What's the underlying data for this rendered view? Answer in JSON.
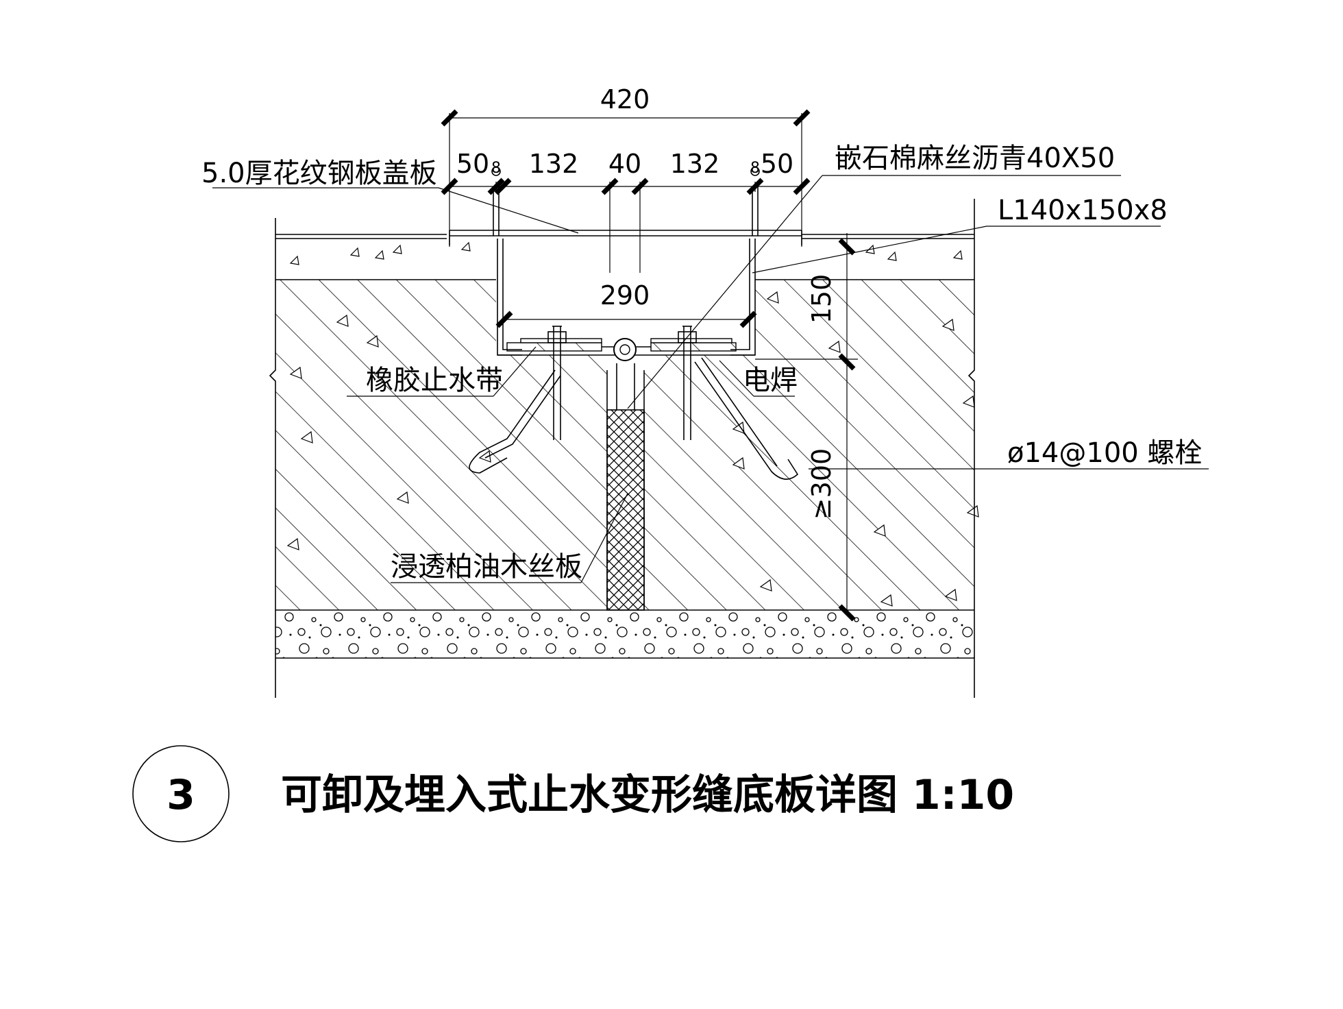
{
  "dimensions": {
    "overall_width": "420",
    "left_cover": "50",
    "left_span": "132",
    "joint_gap": "40",
    "right_span": "132",
    "right_cover": "50",
    "left_bolt_gap": "8",
    "right_bolt_gap": "8",
    "inner_width": "290",
    "angle_height": "150",
    "anchor_depth": "≥300"
  },
  "labels": {
    "cover_plate": "5.0厚花纹钢板盖板",
    "filler": "嵌石棉麻丝沥青40X50",
    "angle_steel": "L140x150x8",
    "waterstop": "橡胶止水带",
    "weld": "电焊",
    "bolt": "ø14@100 螺栓",
    "board": "浸透柏油木丝板"
  },
  "title_block": {
    "number": "3",
    "title": "可卸及埋入式止水变形缝底板详图 1:10"
  }
}
